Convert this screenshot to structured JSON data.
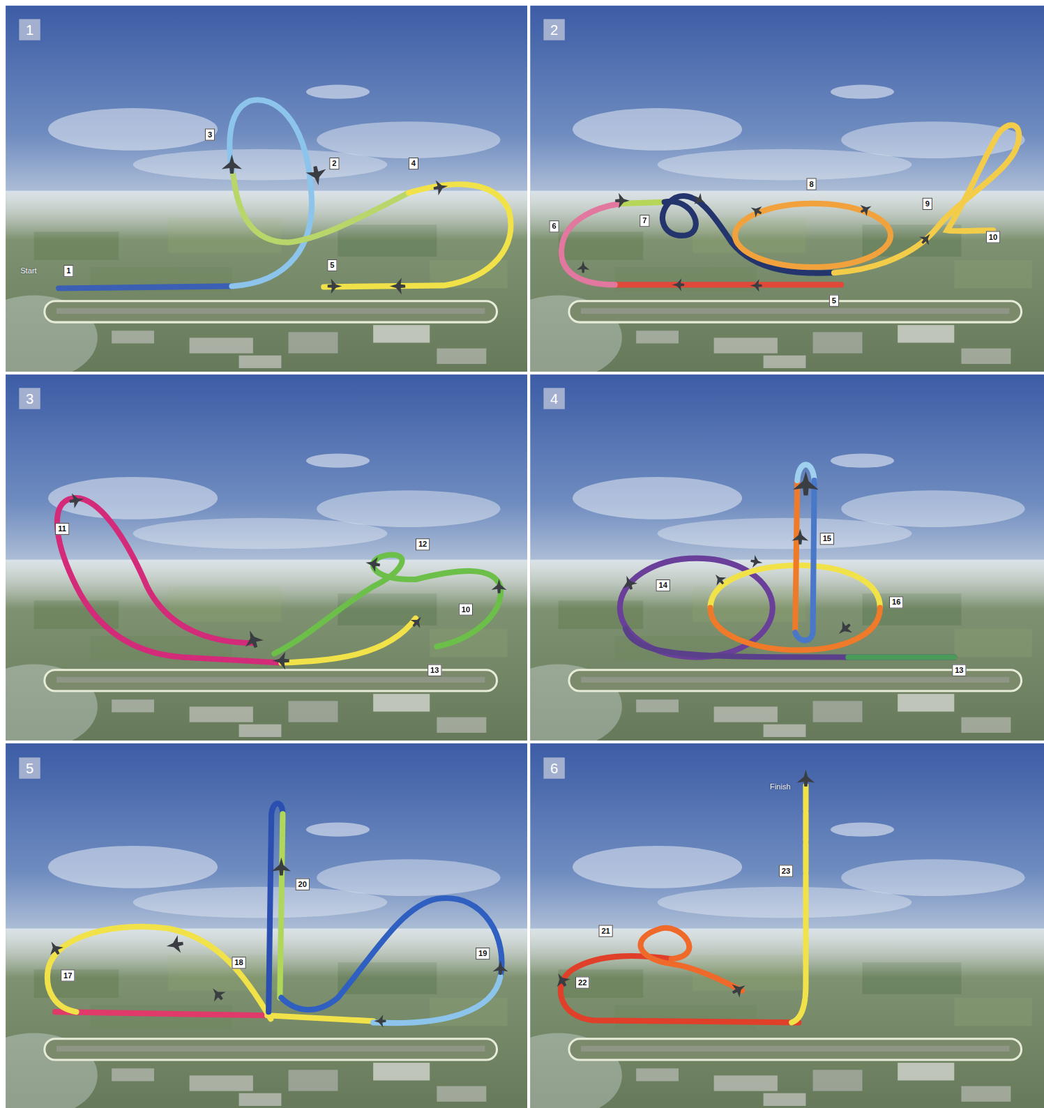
{
  "diagram": {
    "labels": [
      "1",
      "Start",
      "1",
      "3",
      "2",
      "4",
      "5",
      "2",
      "6",
      "7",
      "8",
      "9",
      "10",
      "5",
      "3",
      "11",
      "12",
      "10",
      "13",
      "4",
      "14",
      "15",
      "16",
      "13",
      "5",
      "17",
      "18",
      "20",
      "19",
      "6",
      "21",
      "22",
      "23",
      "Finish"
    ]
  }
}
